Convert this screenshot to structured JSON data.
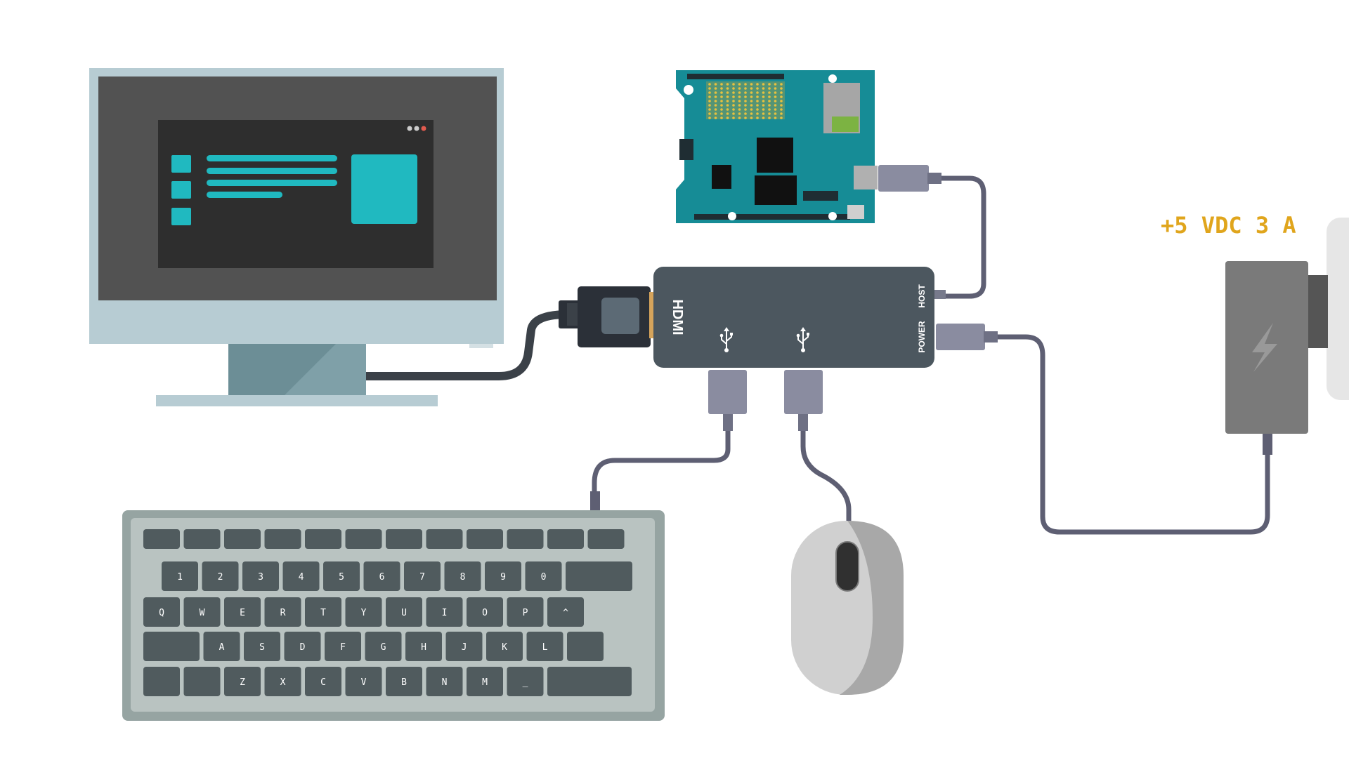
{
  "hub": {
    "hdmi_logo": "HDMI",
    "host_label": "HOST",
    "power_label": "POWER"
  },
  "power_supply": {
    "rating_label": "+5 VDC 3 A"
  },
  "keyboard": {
    "rows": [
      [
        "",
        "",
        "",
        "",
        "",
        "",
        "",
        "",
        "",
        "",
        "",
        ""
      ],
      [
        "1",
        "2",
        "3",
        "4",
        "5",
        "6",
        "7",
        "8",
        "9",
        "0",
        ""
      ],
      [
        "Q",
        "W",
        "E",
        "R",
        "T",
        "Y",
        "U",
        "I",
        "O",
        "P",
        "^"
      ],
      [
        "",
        "A",
        "S",
        "D",
        "F",
        "G",
        "H",
        "J",
        "K",
        "L",
        ""
      ],
      [
        "",
        "",
        "Z",
        "X",
        "C",
        "V",
        "B",
        "N",
        "M",
        "_",
        ""
      ]
    ]
  },
  "colors": {
    "monitor_frame": "#B7CCD3",
    "monitor_screen": "#525252",
    "window_bg": "#2E2E2E",
    "accent_teal": "#20B9C0",
    "hub_body": "#4C575F",
    "connector": "#8A8CA0",
    "cable": "#5E5F73",
    "psu_body": "#7A7A7A",
    "label_orange": "#E0A51C",
    "keyboard_body": "#B9C3C1",
    "key_color": "#505B5E",
    "board_teal": "#168C96"
  }
}
